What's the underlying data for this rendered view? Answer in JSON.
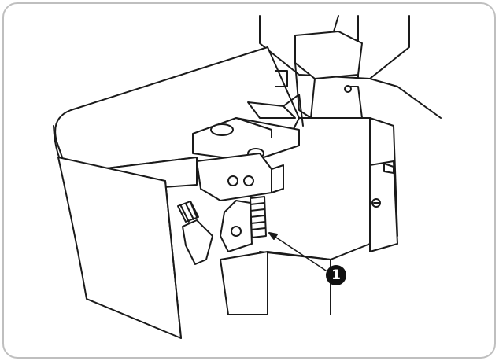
{
  "callout": {
    "label": "1"
  },
  "colors": {
    "line": "#1a1a1a",
    "frame_border": "#bfbfbf",
    "background": "#ffffff"
  },
  "icons": [
    "sewing-machine-illustration",
    "callout-arrow"
  ]
}
